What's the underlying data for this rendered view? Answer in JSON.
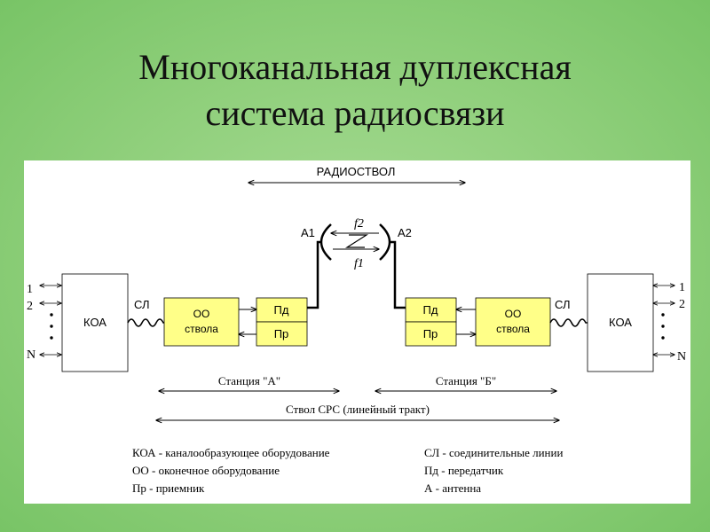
{
  "title": {
    "line1": "Многоканальная дуплексная",
    "line2": "система радиосвязи"
  },
  "diagram": {
    "radio_trunk": "РАДИОСТВОЛ",
    "antenna_a": "А1",
    "antenna_b": "А2",
    "freq_top": "f2",
    "freq_bottom": "f1",
    "koa": "КОА",
    "sl": "СЛ",
    "oo_line1": "ОО",
    "oo_line2": "ствола",
    "pd": "Пд",
    "pr": "Пр",
    "ch1": "1",
    "ch2": "2",
    "chN": "N",
    "station_a": "Станция \"А\"",
    "station_b": "Станция \"Б\"",
    "trunk": "Ствол СРС (линейный тракт)"
  },
  "legend": {
    "left": [
      "КОА - каналообразующее оборудование",
      "ОО - оконечное оборудование",
      "Пр - приемник"
    ],
    "right": [
      "СЛ - соединительные линии",
      "Пд - передатчик",
      "А - антенна"
    ]
  },
  "colors": {
    "block_fill": "#ffff88",
    "koa_fill": "#ffffff"
  }
}
